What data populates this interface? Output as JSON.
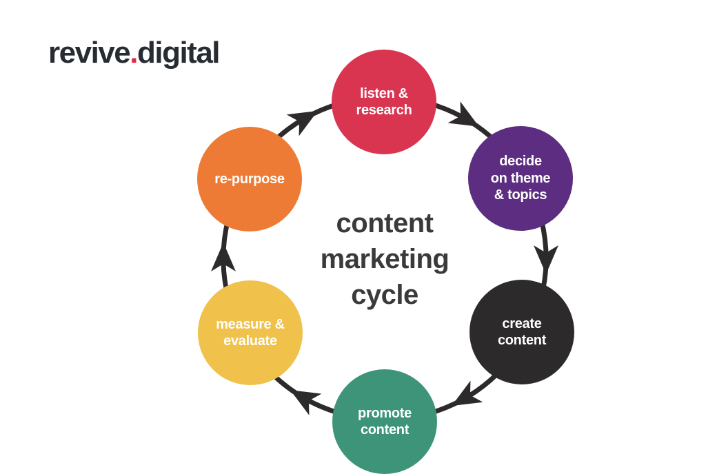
{
  "logo": {
    "name": "revive",
    "separator": ".",
    "suffix": "digital",
    "text_color": "#272c33",
    "dot_color": "#e02949"
  },
  "diagram": {
    "title": "content\nmarketing\ncycle",
    "flow": "clockwise",
    "arrow_color": "#2d2a2b",
    "steps": [
      {
        "id": "listen-research",
        "label": "listen &\nresearch",
        "color": "#d93450"
      },
      {
        "id": "decide-theme-topics",
        "label": "decide\non theme\n& topics",
        "color": "#5c2d80"
      },
      {
        "id": "create-content",
        "label": "create\ncontent",
        "color": "#2d2a2b"
      },
      {
        "id": "promote-content",
        "label": "promote\ncontent",
        "color": "#3e9479"
      },
      {
        "id": "measure-evaluate",
        "label": "measure &\nevaluate",
        "color": "#f0c14b"
      },
      {
        "id": "re-purpose",
        "label": "re-purpose",
        "color": "#ee7b35"
      }
    ]
  }
}
